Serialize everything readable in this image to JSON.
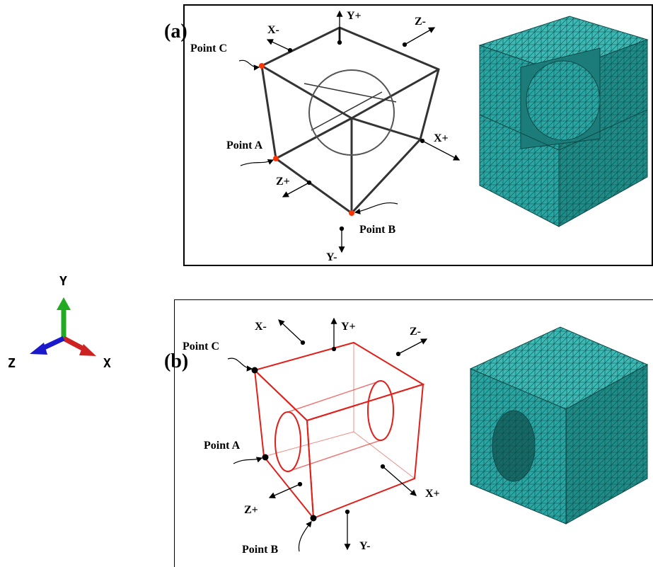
{
  "colors": {
    "frame_a": "#333333",
    "frame_b": "#e0201a",
    "mesh_face_front": "#2aa7a4",
    "mesh_face_side": "#1f8c88",
    "mesh_face_top": "#3dbab6",
    "mesh_line": "#0d4a48",
    "point_a_marker": "#ff3300",
    "point_b_marker": "#000000",
    "triad_y": "#22aa22",
    "triad_x": "#cc2222",
    "triad_z": "#1a1acc"
  },
  "triad": {
    "y_label": "Y",
    "x_label": "X",
    "z_label": "Z"
  },
  "panel_a": {
    "label": "(a)",
    "point_a": "Point A",
    "point_b": "Point B",
    "point_c": "Point C",
    "x_plus": "X+",
    "x_minus": "X-",
    "y_plus": "Y+",
    "y_minus": "Y-",
    "z_plus": "Z+",
    "z_minus": "Z-"
  },
  "panel_b": {
    "label": "(b)",
    "point_a": "Point A",
    "point_b": "Point B",
    "point_c": "Point C",
    "x_plus": "X+",
    "x_minus": "X-",
    "y_plus": "Y+",
    "y_minus": "Y-",
    "z_plus": "Z+",
    "z_minus": "Z-"
  }
}
